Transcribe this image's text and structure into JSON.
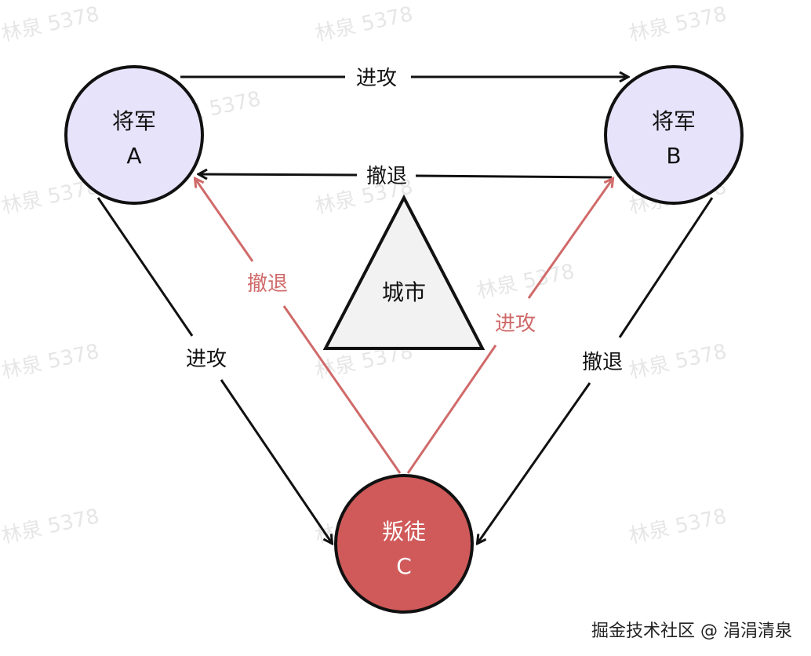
{
  "colors": {
    "general_fill": "#e6e3fb",
    "traitor_fill": "#d05a5a",
    "city_fill": "#f2f2f2",
    "black_line": "#111111",
    "red_line": "#d06a6a",
    "red_text": "#d06a6a"
  },
  "nodes": {
    "general_a": {
      "title": "将军",
      "letter": "A"
    },
    "general_b": {
      "title": "将军",
      "letter": "B"
    },
    "traitor_c": {
      "title": "叛徒",
      "letter": "C"
    },
    "city": {
      "label": "城市"
    }
  },
  "edges": {
    "a_to_b": {
      "label": "进攻"
    },
    "b_to_a": {
      "label": "撤退"
    },
    "a_to_c": {
      "label": "进攻"
    },
    "b_to_c": {
      "label": "撤退"
    },
    "c_to_a": {
      "label": "撤退"
    },
    "c_to_b": {
      "label": "进攻"
    }
  },
  "watermarks": [
    "林泉 5378",
    "林泉 5378",
    "林泉 5378",
    "林泉 5378",
    "林泉 5378",
    "林泉 5378",
    "林泉 5378",
    "林泉 5378",
    "林泉 5378",
    "林泉 5378",
    "林泉 5378",
    "林泉 5378",
    "林泉 5378",
    "林泉 5378"
  ],
  "credit": "掘金技术社区 @ 涓涓清泉"
}
